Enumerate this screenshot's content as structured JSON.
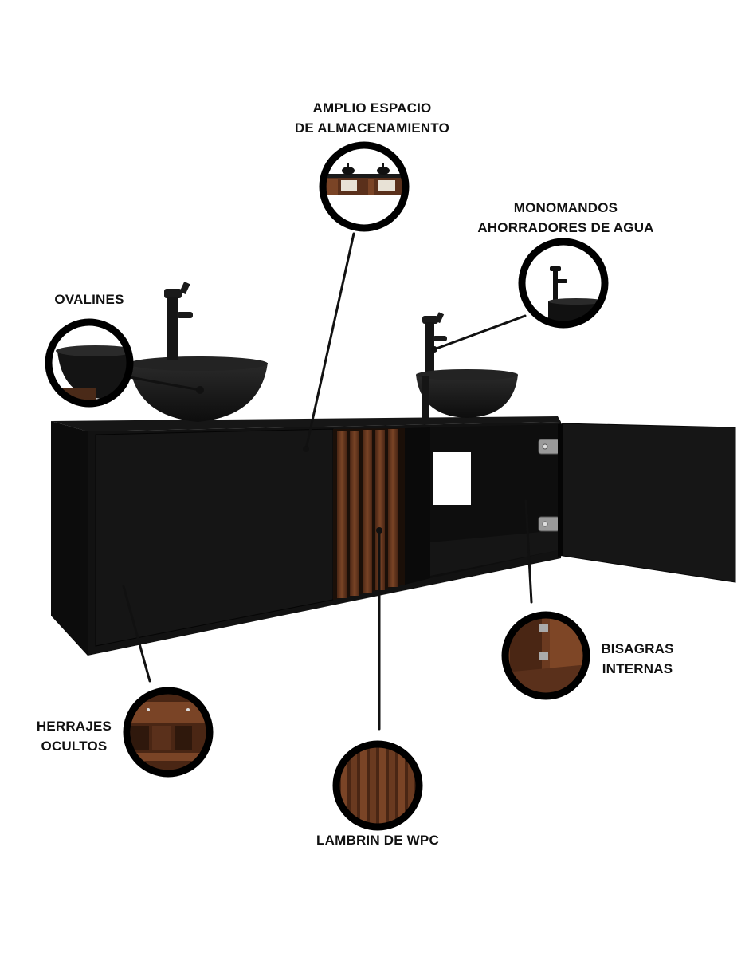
{
  "features": {
    "storage": {
      "line1": "AMPLIO ESPACIO",
      "line2": "DE ALMACENAMIENTO"
    },
    "faucets": {
      "line1": "MONOMANDOS",
      "line2": "AHORRADORES DE AGUA"
    },
    "basins": {
      "line1": "OVALINES"
    },
    "hinges": {
      "line1": "BISAGRAS",
      "line2": "INTERNAS"
    },
    "hardware": {
      "line1": "HERRAJES",
      "line2": "OCULTOS"
    },
    "panel": {
      "line1": "LAMBRIN DE WPC"
    }
  },
  "colors": {
    "cabinet": "#111111",
    "wood": "#5a301b",
    "wood_light": "#7a4426",
    "text": "#111111",
    "background": "#ffffff"
  },
  "icons": [
    "circle-callout-storage",
    "circle-callout-faucet",
    "circle-callout-basin",
    "circle-callout-hinge",
    "circle-callout-hardware",
    "circle-callout-panel"
  ]
}
